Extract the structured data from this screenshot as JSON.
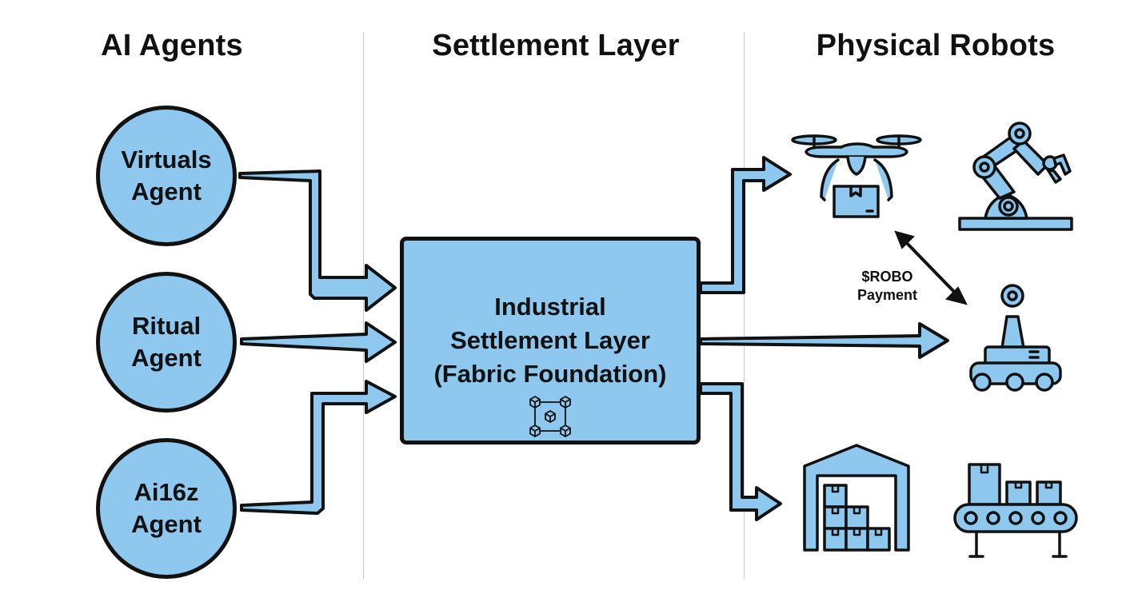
{
  "columns": {
    "left": "AI Agents",
    "middle": "Settlement Layer",
    "right": "Physical Robots"
  },
  "agents": [
    {
      "line1": "Virtuals",
      "line2": "Agent"
    },
    {
      "line1": "Ritual",
      "line2": "Agent"
    },
    {
      "line1": "Ai16z",
      "line2": "Agent"
    }
  ],
  "hub": {
    "line1": "Industrial",
    "line2": "Settlement Layer",
    "line3": "(Fabric Foundation)",
    "icon": "blockchain-network-icon"
  },
  "payment": {
    "line1": "$ROBO",
    "line2": "Payment"
  },
  "robots": [
    {
      "name": "delivery-drone",
      "icon": "drone-with-package-icon"
    },
    {
      "name": "robotic-arm",
      "icon": "robotic-arm-icon"
    },
    {
      "name": "mobile-robot",
      "icon": "wheeled-robot-icon"
    },
    {
      "name": "warehouse",
      "icon": "warehouse-icon"
    },
    {
      "name": "conveyor",
      "icon": "conveyor-belt-icon"
    }
  ],
  "colors": {
    "fill": "#8ec8ee",
    "stroke": "#111111",
    "divider": "#c8c8c8"
  }
}
